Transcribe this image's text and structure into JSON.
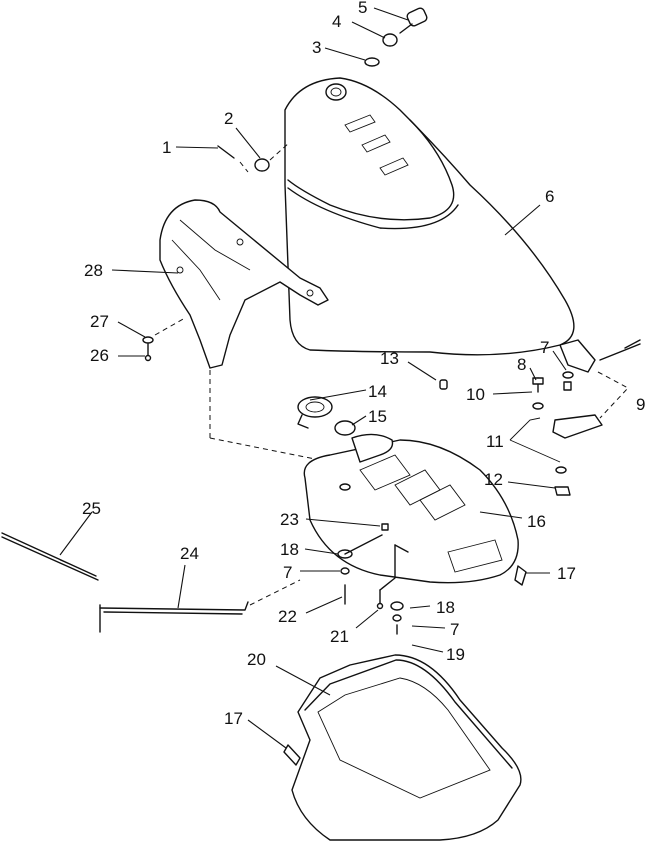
{
  "callouts": {
    "c1": "1",
    "c2": "2",
    "c3": "3",
    "c4": "4",
    "c5": "5",
    "c6": "6",
    "c7a": "7",
    "c7b": "7",
    "c7c": "7",
    "c8": "8",
    "c9": "9",
    "c10": "10",
    "c11": "11",
    "c12": "12",
    "c13": "13",
    "c14": "14",
    "c15": "15",
    "c16": "16",
    "c17a": "17",
    "c17b": "17",
    "c18a": "18",
    "c18b": "18",
    "c19": "19",
    "c20": "20",
    "c21": "21",
    "c22": "22",
    "c23": "23",
    "c24": "24",
    "c25": "25",
    "c26": "26",
    "c27": "27",
    "c28": "28"
  }
}
